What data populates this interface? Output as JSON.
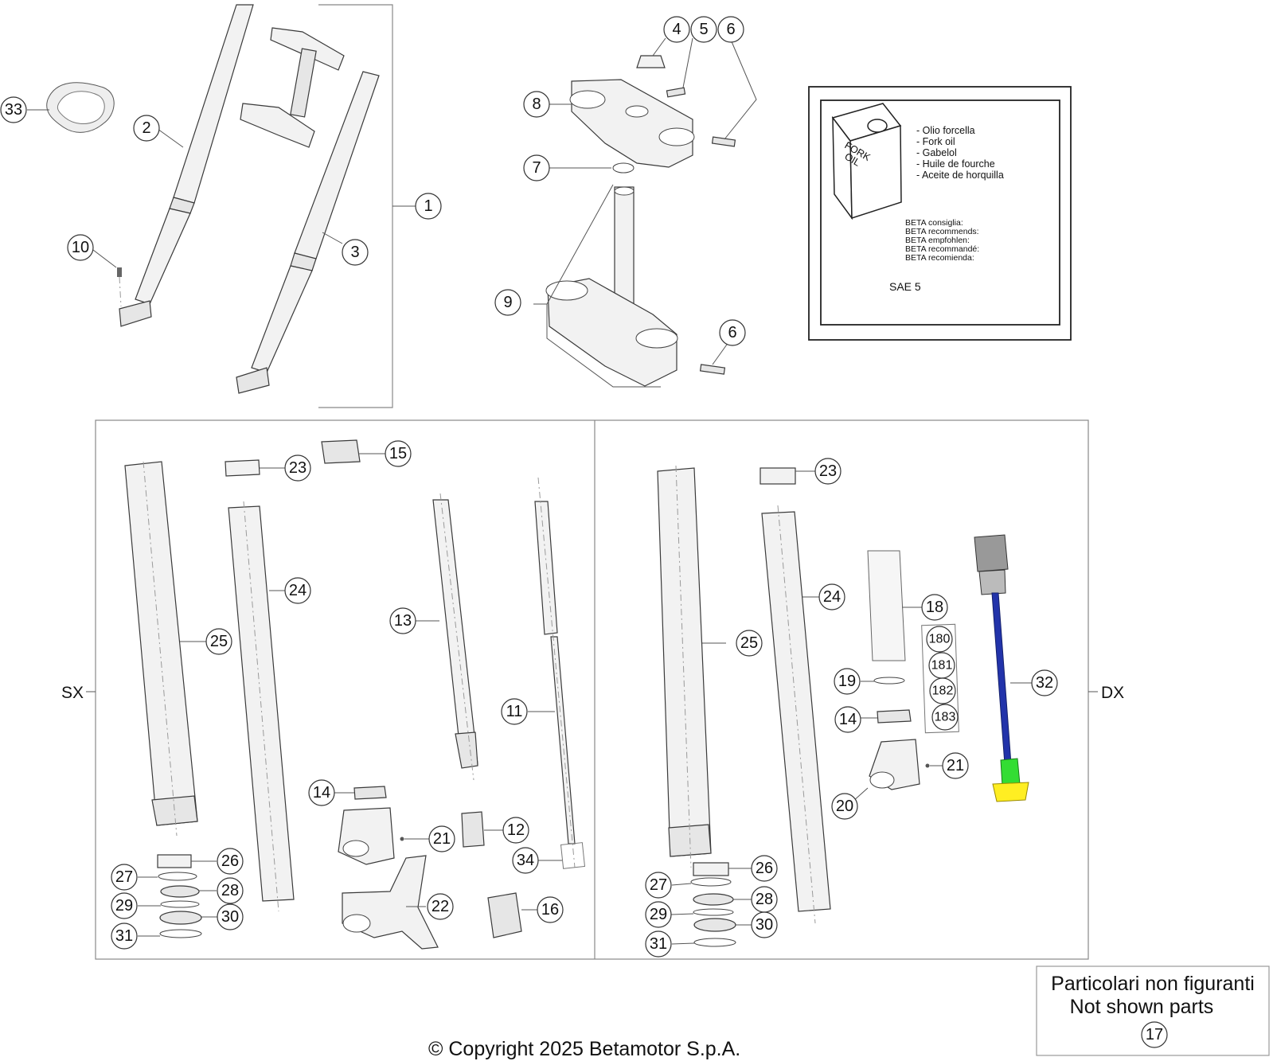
{
  "diagram": {
    "side_labels": {
      "left": "SX",
      "right": "DX"
    },
    "oil_box": {
      "can_label_line1": "FORK",
      "can_label_line2": "OIL",
      "names": [
        "- Olio forcella",
        "- Fork oil",
        "- Gabelol",
        "- Huile de fourche",
        "- Aceite de horquilla"
      ],
      "recommend": [
        "BETA consiglia:",
        "BETA recommends:",
        "BETA empfohlen:",
        "BETA recommandé:",
        "BETA recomienda:"
      ],
      "grade": "SAE 5"
    },
    "not_shown": {
      "line1": "Particolari non figuranti",
      "line2": "Not shown parts",
      "part": "17"
    },
    "copyright": "© Copyright 2025 Betamotor S.p.A.",
    "callouts": [
      "1",
      "2",
      "3",
      "4",
      "5",
      "6",
      "6",
      "7",
      "8",
      "9",
      "10",
      "11",
      "12",
      "13",
      "14",
      "14",
      "15",
      "16",
      "18",
      "180",
      "181",
      "182",
      "183",
      "19",
      "20",
      "21",
      "21",
      "22",
      "23",
      "23",
      "24",
      "24",
      "25",
      "25",
      "26",
      "26",
      "27",
      "27",
      "28",
      "28",
      "29",
      "29",
      "30",
      "30",
      "31",
      "31",
      "32",
      "33",
      "34"
    ]
  }
}
